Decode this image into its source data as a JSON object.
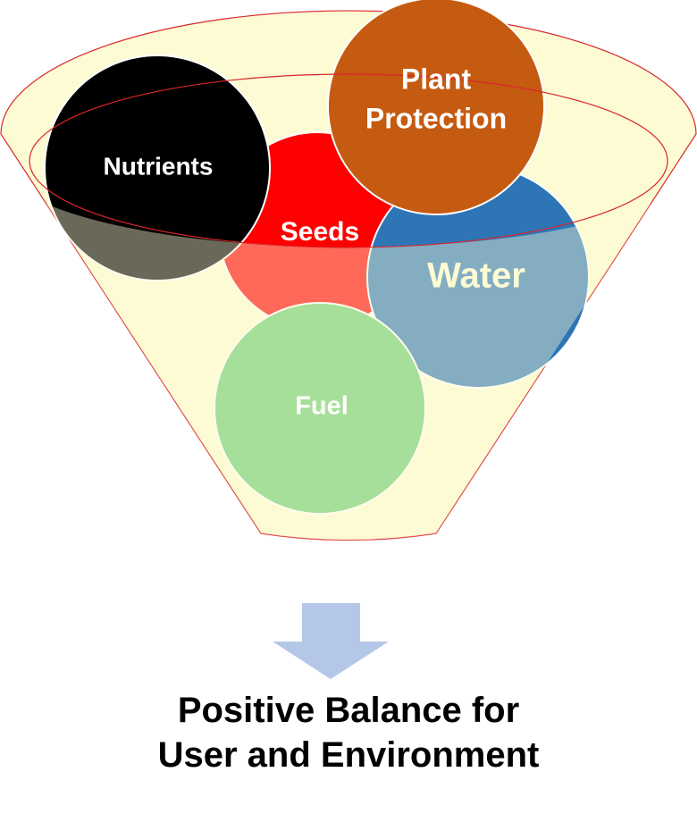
{
  "funnel": {
    "fill": "#fdfbd4",
    "stroke": "#d9262b"
  },
  "inputs": [
    {
      "key": "nutrients",
      "label": "Nutrients",
      "color": "#000000",
      "text_color": "#ffffff"
    },
    {
      "key": "seeds",
      "label": "Seeds",
      "color": "#ff0000",
      "text_color": "#ffffff"
    },
    {
      "key": "plant-protection",
      "label_lines": [
        "Plant",
        "Protection"
      ],
      "color": "#c55a11",
      "text_color": "#ffffff"
    },
    {
      "key": "water",
      "label": "Water",
      "color": "#2e75b6",
      "text_color": "#fdfbd4"
    },
    {
      "key": "fuel",
      "label": "Fuel",
      "color": "#66cc6e",
      "text_color": "#ffffff"
    }
  ],
  "arrow": {
    "icon": "down-arrow-icon",
    "color": "#b4c7e7"
  },
  "result": {
    "line1": "Positive Balance for",
    "line2": "User and Environment"
  }
}
